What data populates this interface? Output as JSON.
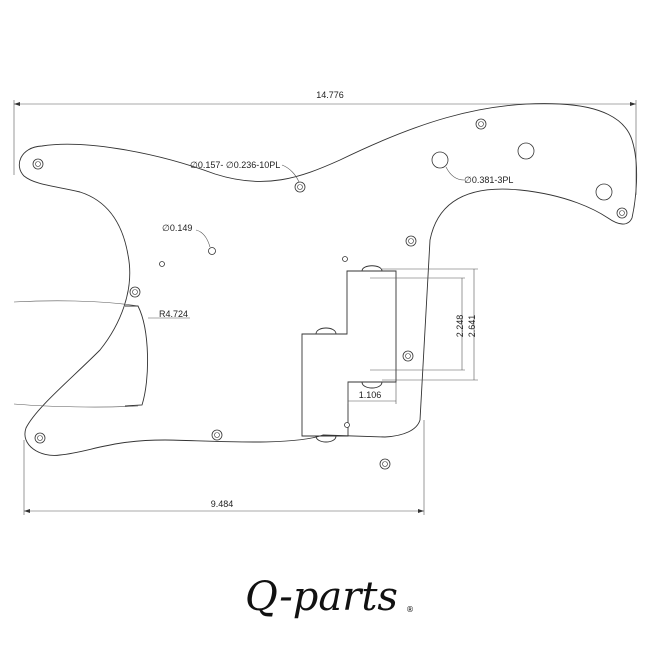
{
  "dimensions": {
    "overall_width": "14.776",
    "lower_width": "9.484",
    "pickup_small_height": "2.248",
    "pickup_large_height": "2.641",
    "pickup_offset": "1.106",
    "neck_radius": "R4.724"
  },
  "hole_labels": {
    "screw_holes": "∅0.157- ∅0.236-10PL",
    "small_hole": "∅0.149",
    "control_holes": "∅0.381-3PL"
  },
  "logo": {
    "text": "Q-parts",
    "registered_mark": "®"
  },
  "icons": [
    "screw-hole-icon",
    "control-hole-icon",
    "pilot-hole-icon"
  ]
}
